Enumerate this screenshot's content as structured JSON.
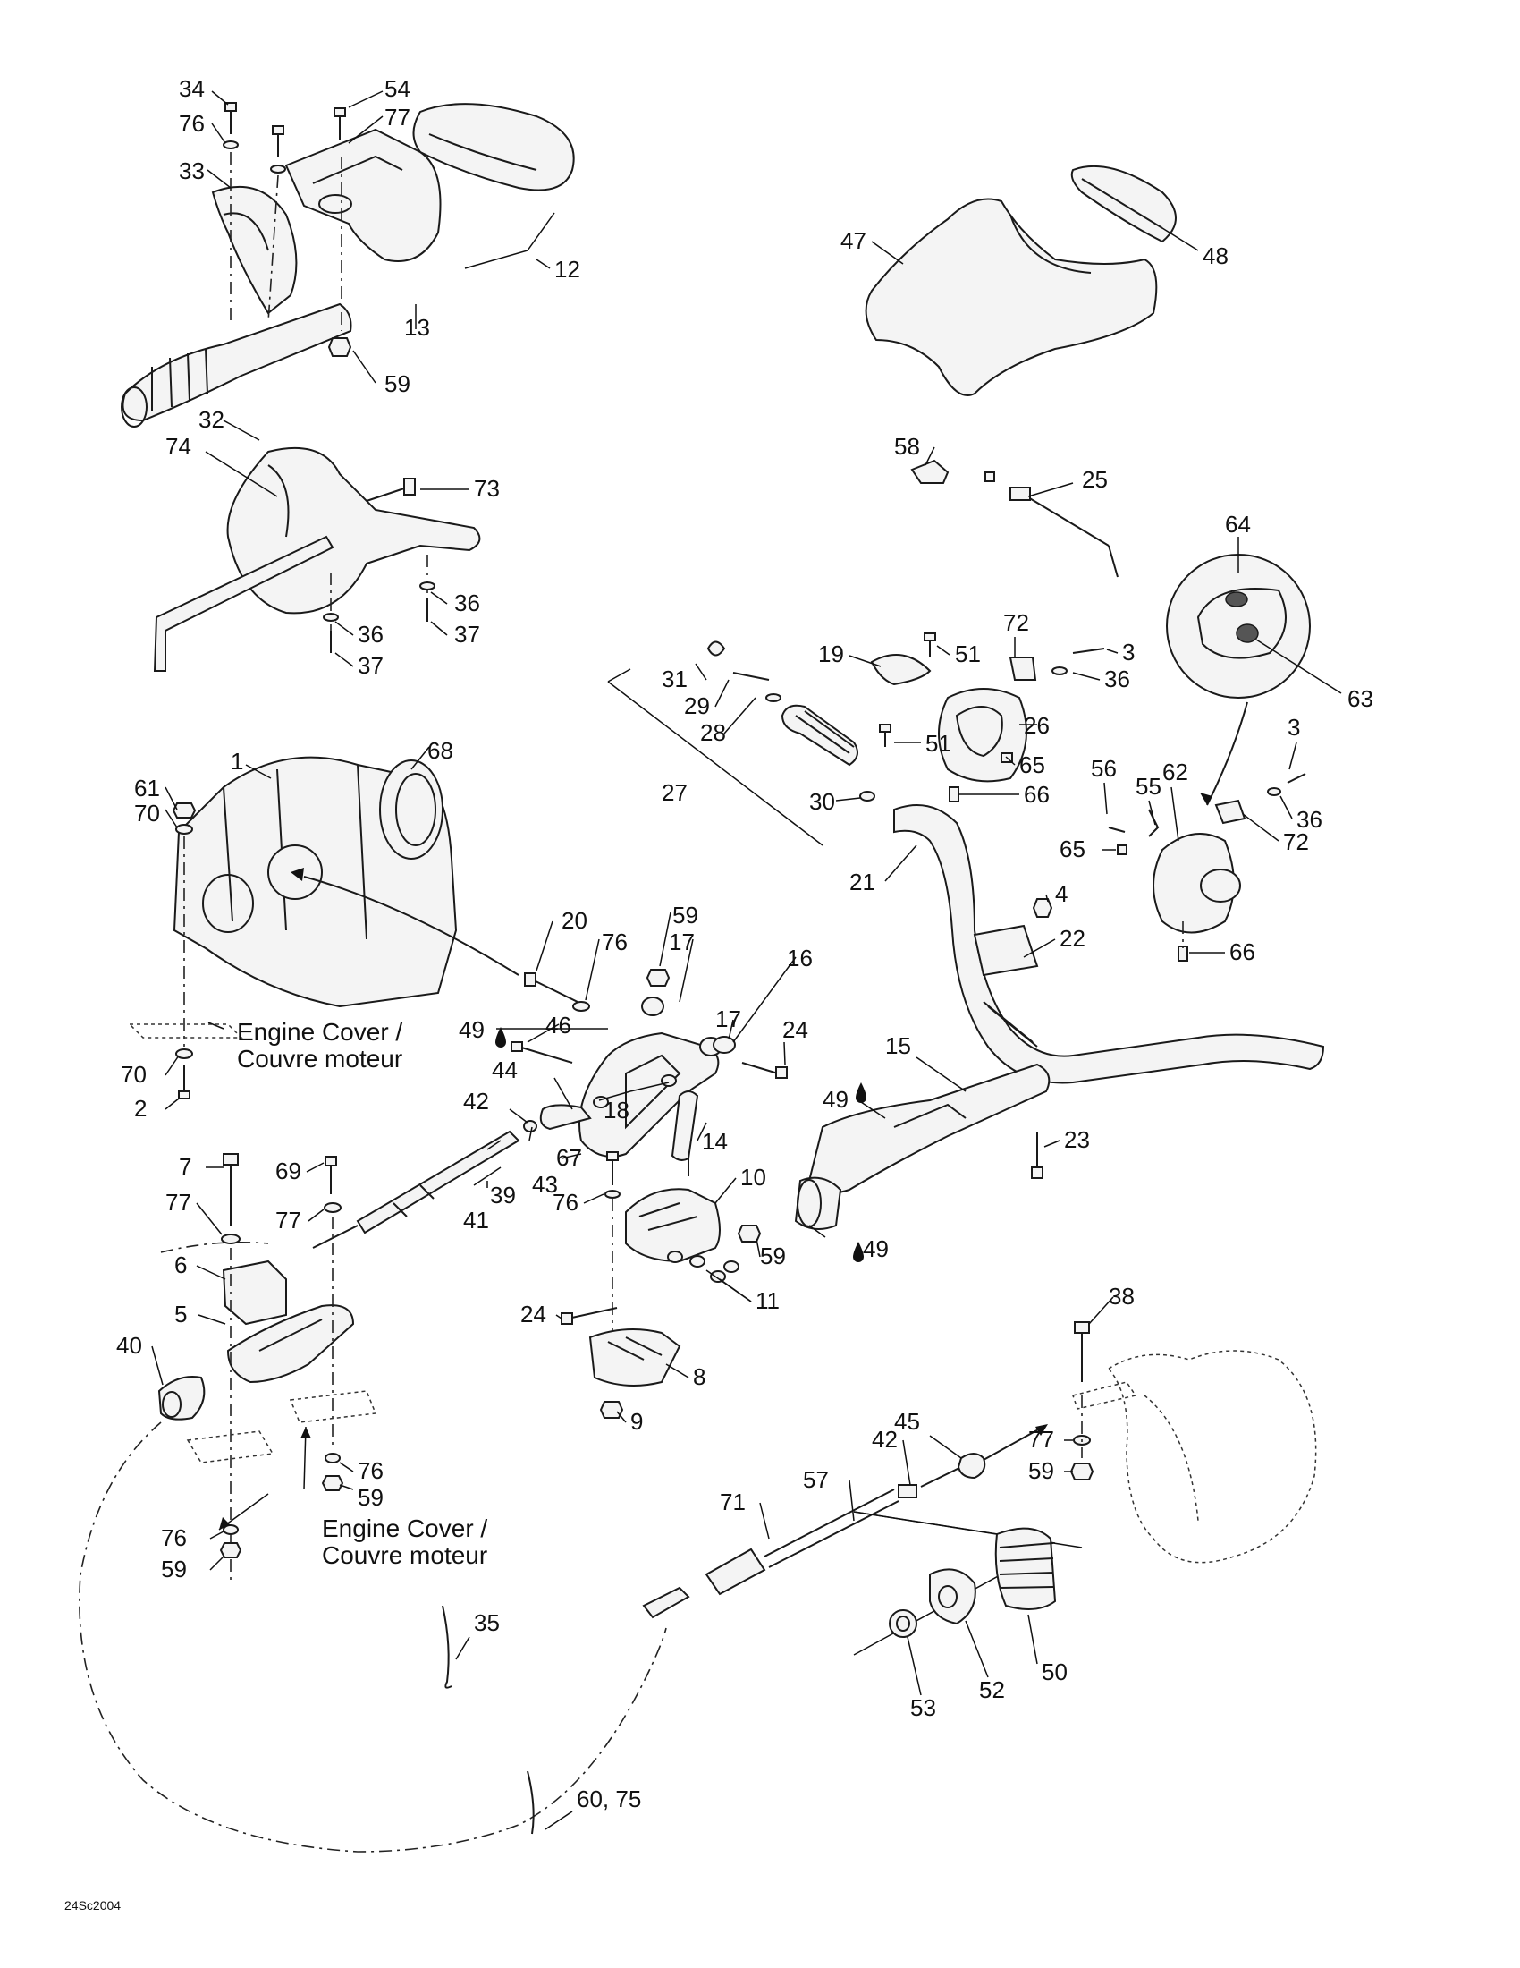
{
  "diagram": {
    "code": "24Sc2004",
    "annotations": {
      "engine_cover_top": [
        "Engine Cover /",
        "Couvre moteur"
      ],
      "engine_cover_bottom": [
        "Engine Cover /",
        "Couvre moteur"
      ]
    },
    "labels": {
      "l34": "34",
      "l54": "54",
      "l76a": "76",
      "l77a": "77",
      "l33": "33",
      "l12": "12",
      "l13": "13",
      "l59a": "59",
      "l32": "32",
      "l74": "74",
      "l73": "73",
      "l36a": "36",
      "l37a": "37",
      "l36b": "36",
      "l37b": "37",
      "l47": "47",
      "l48": "48",
      "l58": "58",
      "l25": "25",
      "l64": "64",
      "l63": "63",
      "l19": "19",
      "l51a": "51",
      "l72a": "72",
      "l3a": "3",
      "l31": "31",
      "l36c": "36",
      "l29": "29",
      "l28": "28",
      "l26": "26",
      "l51b": "51",
      "l65a": "65",
      "l27": "27",
      "l66a": "66",
      "l30": "30",
      "l3b": "3",
      "l56": "56",
      "l55": "55",
      "l62": "62",
      "l36d": "36",
      "l65b": "65",
      "l72b": "72",
      "l21": "21",
      "l4": "4",
      "l22": "22",
      "l66b": "66",
      "l1": "1",
      "l68": "68",
      "l61": "61",
      "l70a": "70",
      "l20": "20",
      "l59b": "59",
      "l76b": "76",
      "l17a": "17",
      "l16": "16",
      "l49a": "49",
      "l46": "46",
      "l17b": "17",
      "l24a": "24",
      "l70b": "70",
      "l2": "2",
      "l44": "44",
      "l42a": "42",
      "l18": "18",
      "l14": "14",
      "l15": "15",
      "l49b": "49",
      "l23": "23",
      "l7": "7",
      "l69": "69",
      "l67": "67",
      "l43": "43",
      "l39": "39",
      "l77b": "77",
      "l77c": "77",
      "l41": "41",
      "l76c": "76",
      "l10": "10",
      "l59c": "59",
      "l49c": "49",
      "l6": "6",
      "l11": "11",
      "l24b": "24",
      "l5": "5",
      "l38": "38",
      "l40": "40",
      "l8": "8",
      "l9": "9",
      "l45": "45",
      "l42b": "42",
      "l57": "57",
      "l77d": "77",
      "l76d": "76",
      "l59d": "59",
      "l71": "71",
      "l59e": "59",
      "l76e": "76",
      "l59f": "59",
      "l35": "35",
      "l50": "50",
      "l52": "52",
      "l53": "53",
      "l6075": "60, 75"
    }
  }
}
